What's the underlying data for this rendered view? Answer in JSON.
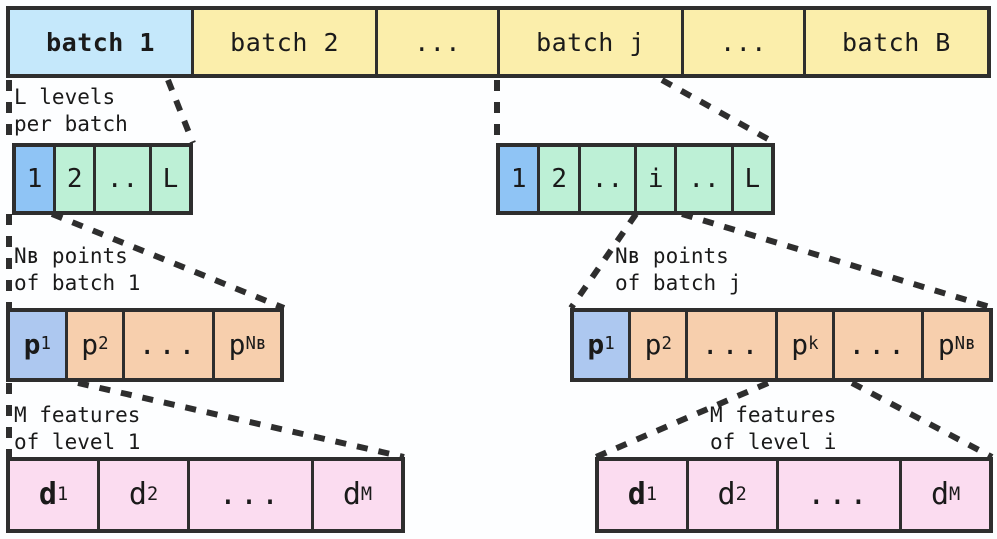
{
  "figure": {
    "title": "Hierarchical batch / level / point / feature data layout",
    "colors": {
      "stroke": "#2e2e2e",
      "batch_selected": "#c5e8fb",
      "batch_default": "#fbeeab",
      "level_selected": "#8fc4f5",
      "level_default": "#bdf0d6",
      "point_selected": "#adc8f0",
      "point_default": "#f7cfad",
      "feature_default": "#fbdcf0"
    }
  },
  "batch_row": {
    "name": "batch-row",
    "cells": [
      {
        "label": "batch 1",
        "selected": true
      },
      {
        "label": "batch 2",
        "selected": false
      },
      {
        "label": "...",
        "selected": false
      },
      {
        "label": "batch j",
        "selected": false
      },
      {
        "label": "...",
        "selected": false
      },
      {
        "label": "batch B",
        "selected": false
      }
    ]
  },
  "levels_left": {
    "caption": "L levels\nper batch",
    "cells": [
      {
        "label": "1",
        "selected": true
      },
      {
        "label": "2",
        "selected": false
      },
      {
        "label": "..",
        "selected": false
      },
      {
        "label": "L",
        "selected": false
      }
    ]
  },
  "levels_right": {
    "cells": [
      {
        "label": "1",
        "selected": true
      },
      {
        "label": "2",
        "selected": false
      },
      {
        "label": "..",
        "selected": false
      },
      {
        "label": "i",
        "selected": false
      },
      {
        "label": "..",
        "selected": false
      },
      {
        "label": "L",
        "selected": false
      }
    ]
  },
  "points_left": {
    "caption": "Nʙ points\nof batch 1",
    "cells": [
      {
        "base": "p",
        "sub": "1",
        "selected": true
      },
      {
        "base": "p",
        "sub": "2",
        "selected": false
      },
      {
        "base": "...",
        "sub": "",
        "selected": false
      },
      {
        "base": "p",
        "sub": "Nʙ",
        "selected": false
      }
    ]
  },
  "points_right": {
    "caption": "Nʙ points\nof batch j",
    "cells": [
      {
        "base": "p",
        "sub": "1",
        "selected": true
      },
      {
        "base": "p",
        "sub": "2",
        "selected": false
      },
      {
        "base": "...",
        "sub": "",
        "selected": false
      },
      {
        "base": "p",
        "sub": "k",
        "selected": false
      },
      {
        "base": "...",
        "sub": "",
        "selected": false
      },
      {
        "base": "p",
        "sub": "Nʙ",
        "selected": false
      }
    ]
  },
  "features_left": {
    "caption": "M features\nof level 1",
    "cells": [
      {
        "base": "d",
        "sub": "1",
        "bold": true
      },
      {
        "base": "d",
        "sub": "2",
        "bold": false
      },
      {
        "base": "...",
        "sub": "",
        "bold": false
      },
      {
        "base": "d",
        "sub": "M",
        "bold": false
      }
    ]
  },
  "features_right": {
    "caption": "M features\nof level i",
    "cells": [
      {
        "base": "d",
        "sub": "1",
        "bold": true
      },
      {
        "base": "d",
        "sub": "2",
        "bold": false
      },
      {
        "base": "...",
        "sub": "",
        "bold": false
      },
      {
        "base": "d",
        "sub": "M",
        "bold": false
      }
    ]
  }
}
